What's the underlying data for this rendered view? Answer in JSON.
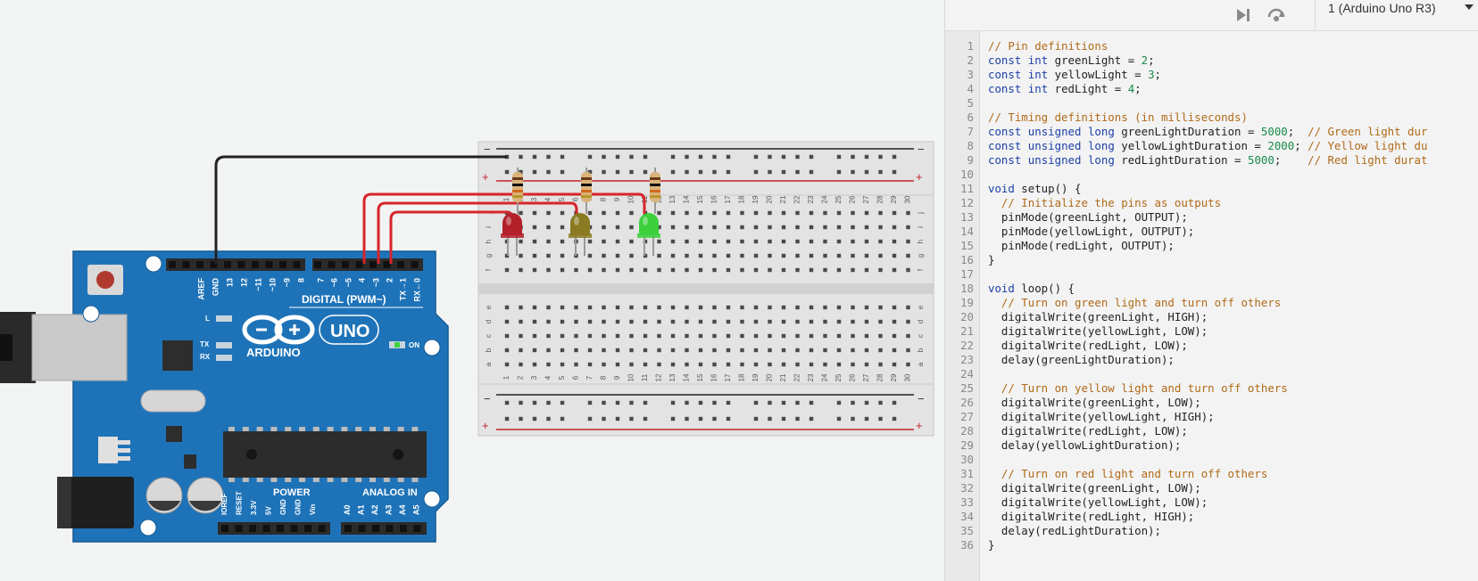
{
  "toolbar": {
    "step_icon": "step-play-icon",
    "refresh_icon": "debug-refresh-icon",
    "device_label": "1 (Arduino Uno R3)"
  },
  "arduino": {
    "brand": "ARDUINO",
    "model": "UNO",
    "digital_label": "DIGITAL (PWM~)",
    "power_label": "POWER",
    "analog_label": "ANALOG IN",
    "on_label": "ON",
    "l_label": "L",
    "tx_label": "TX",
    "rx_label": "RX",
    "top_pins": [
      "AREF",
      "GND",
      "13",
      "12",
      "~11",
      "~10",
      "~9",
      "8",
      "7",
      "~6",
      "~5",
      "4",
      "~3",
      "2",
      "TX→1",
      "RX←0"
    ],
    "power_pins": [
      "IOREF",
      "RESET",
      "3.3V",
      "5V",
      "GND",
      "GND",
      "Vin"
    ],
    "analog_pins": [
      "A0",
      "A1",
      "A2",
      "A3",
      "A4",
      "A5"
    ]
  },
  "breadboard": {
    "columns": [
      "1",
      "2",
      "3",
      "4",
      "5",
      "6",
      "7",
      "8",
      "9",
      "10",
      "11",
      "12",
      "13",
      "14",
      "15",
      "16",
      "17",
      "18",
      "19",
      "20",
      "21",
      "22",
      "23",
      "24",
      "25",
      "26",
      "27",
      "28",
      "29",
      "30"
    ],
    "rows_top": [
      "j",
      "i",
      "h",
      "g",
      "f"
    ],
    "rows_bottom": [
      "e",
      "d",
      "c",
      "b",
      "a"
    ],
    "rail_minus": "−",
    "rail_plus": "+"
  },
  "leds": [
    {
      "name": "red",
      "color": "#b3202a"
    },
    {
      "name": "yellow",
      "color": "#8a7a22"
    },
    {
      "name": "green",
      "color": "#3ccf3c"
    }
  ],
  "colors": {
    "board": "#1e73b8",
    "wire_red": "#d6252b",
    "wire_black": "#222222",
    "keyword": "#1b3fa6",
    "comment": "#b06a18",
    "number": "#1a8a4a"
  },
  "code_lines": [
    "// Pin definitions",
    "const int greenLight = 2;",
    "const int yellowLight = 3;",
    "const int redLight = 4;",
    "",
    "// Timing definitions (in milliseconds)",
    "const unsigned long greenLightDuration = 5000;  // Green light dur",
    "const unsigned long yellowLightDuration = 2000; // Yellow light du",
    "const unsigned long redLightDuration = 5000;    // Red light durat",
    "",
    "void setup() {",
    "  // Initialize the pins as outputs",
    "  pinMode(greenLight, OUTPUT);",
    "  pinMode(yellowLight, OUTPUT);",
    "  pinMode(redLight, OUTPUT);",
    "}",
    "",
    "void loop() {",
    "  // Turn on green light and turn off others",
    "  digitalWrite(greenLight, HIGH);",
    "  digitalWrite(yellowLight, LOW);",
    "  digitalWrite(redLight, LOW);",
    "  delay(greenLightDuration);",
    "",
    "  // Turn on yellow light and turn off others",
    "  digitalWrite(greenLight, LOW);",
    "  digitalWrite(yellowLight, HIGH);",
    "  digitalWrite(redLight, LOW);",
    "  delay(yellowLightDuration);",
    "",
    "  // Turn on red light and turn off others",
    "  digitalWrite(greenLight, LOW);",
    "  digitalWrite(yellowLight, LOW);",
    "  digitalWrite(redLight, HIGH);",
    "  delay(redLightDuration);",
    "}"
  ]
}
